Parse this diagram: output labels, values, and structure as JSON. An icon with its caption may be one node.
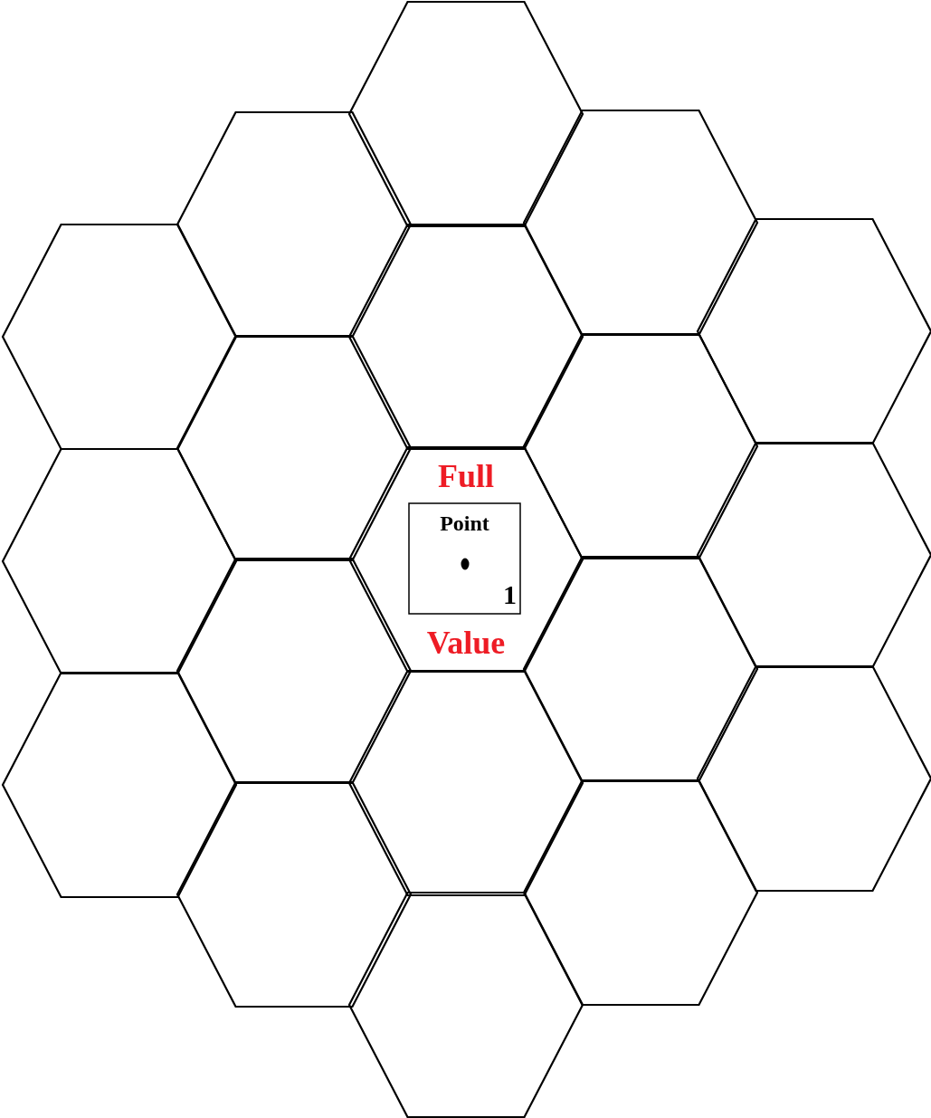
{
  "diagram": {
    "nodes": [
      {
        "text": [],
        "shape": "hexagon"
      },
      {
        "text": [],
        "shape": "hexagon"
      },
      {
        "text": [],
        "shape": "hexagon"
      },
      {
        "text": [],
        "shape": "hexagon"
      },
      {
        "text": [],
        "shape": "hexagon"
      },
      {
        "text": [],
        "shape": "hexagon"
      },
      {
        "text": [],
        "shape": "hexagon"
      },
      {
        "text": [],
        "shape": "hexagon"
      },
      {
        "text": [],
        "shape": "hexagon"
      },
      {
        "text": [
          "Full",
          "Value"
        ]
      },
      {
        "text": [],
        "shape": "hexagon"
      },
      {
        "text": [],
        "shape": "hexagon"
      },
      {
        "text": [],
        "shape": "hexagon"
      },
      {
        "text": [],
        "shape": "hexagon"
      },
      {
        "text": [],
        "shape": "hexagon"
      },
      {
        "text": [],
        "shape": "hexagon"
      },
      {
        "text": [],
        "shape": "hexagon"
      },
      {
        "text": [],
        "shape": "hexagon"
      },
      {
        "text": [],
        "shape": "hexagon"
      },
      {
        "text": [
          "Point",
          "1"
        ],
        "in": 9
      }
    ]
  }
}
